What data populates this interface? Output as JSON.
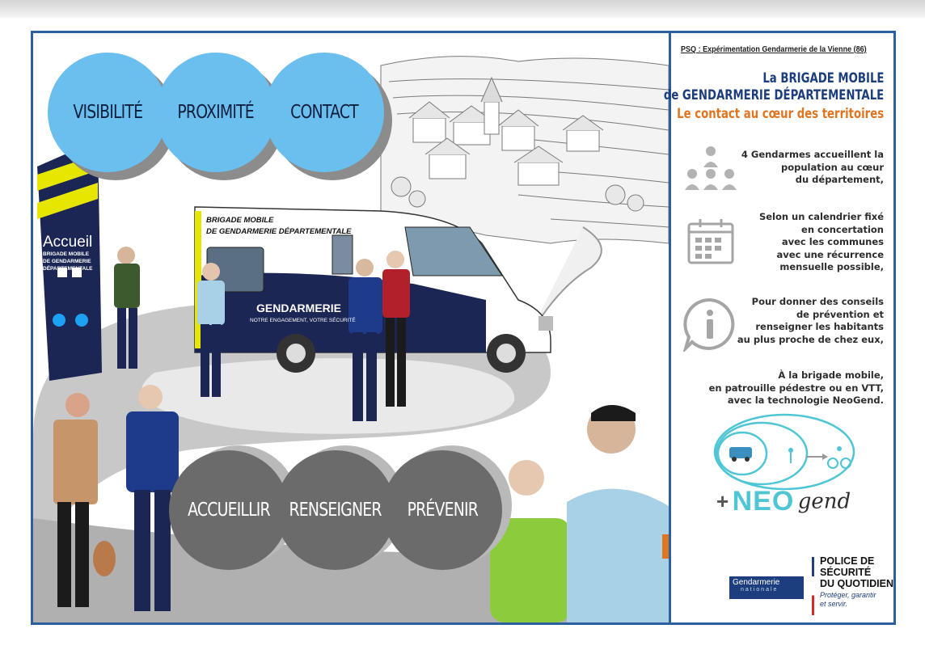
{
  "circles_top": [
    "VISIBILITÉ",
    "PROXIMITÉ",
    "CONTACT"
  ],
  "circles_bottom": [
    "ACCUEILLIR",
    "RENSEIGNER",
    "PRÉVENIR"
  ],
  "van": {
    "line1": "BRIGADE MOBILE",
    "line2": "DE GENDARMERIE DÉPARTEMENTALE",
    "brand": "GENDARMERIE",
    "slogan": "NOTRE ENGAGEMENT, VOTRE SÉCURITÉ"
  },
  "banner": {
    "title": "Accueil",
    "line1": "BRIGADE MOBILE",
    "line2": "DE GENDARMERIE",
    "line3": "DÉPARTEMENTALE"
  },
  "panel": {
    "psq": "PSQ : Expérimentation Gendarmerie de la Vienne (86)",
    "title_line1": "La BRIGADE MOBILE",
    "title_line2": "de GENDARMERIE DÉPARTEMENTALE",
    "title_line3": "Le contact au cœur des territoires",
    "info1": [
      "4 Gendarmes accueillent la",
      "population au cœur",
      "du département,"
    ],
    "info2": [
      "Selon un calendrier fixé",
      "en concertation",
      "avec les communes",
      "avec une récurrence",
      "mensuelle possible,"
    ],
    "info3": [
      "Pour donner des conseils",
      "de prévention et",
      "renseigner les habitants",
      "au plus proche de chez eux,"
    ],
    "info4": [
      "À la brigade mobile,",
      "en patrouille pédestre ou en VTT,",
      "avec la technologie NeoGend."
    ],
    "neogend_plus": "+",
    "neogend_neo": "NEO",
    "neogend_gend": "gend"
  },
  "footer_logos": {
    "gendarmerie_line1": "Gendarmerie",
    "gendarmerie_line2": "nationale",
    "psq_line1": "POLICE DE",
    "psq_line2": "SÉCURITÉ",
    "psq_line3": "DU QUOTIDIEN",
    "psq_tagline1": "Protéger, garantir",
    "psq_tagline2": "et servir."
  },
  "colors": {
    "frame": "#2c5f9e",
    "circle_top": "#6bbfee",
    "circle_bottom": "#6b6b6b",
    "title_blue": "#1c3e7e",
    "title_orange": "#e0741f",
    "neogend_teal": "#4ec6d4",
    "road": "#a9a9a9"
  }
}
